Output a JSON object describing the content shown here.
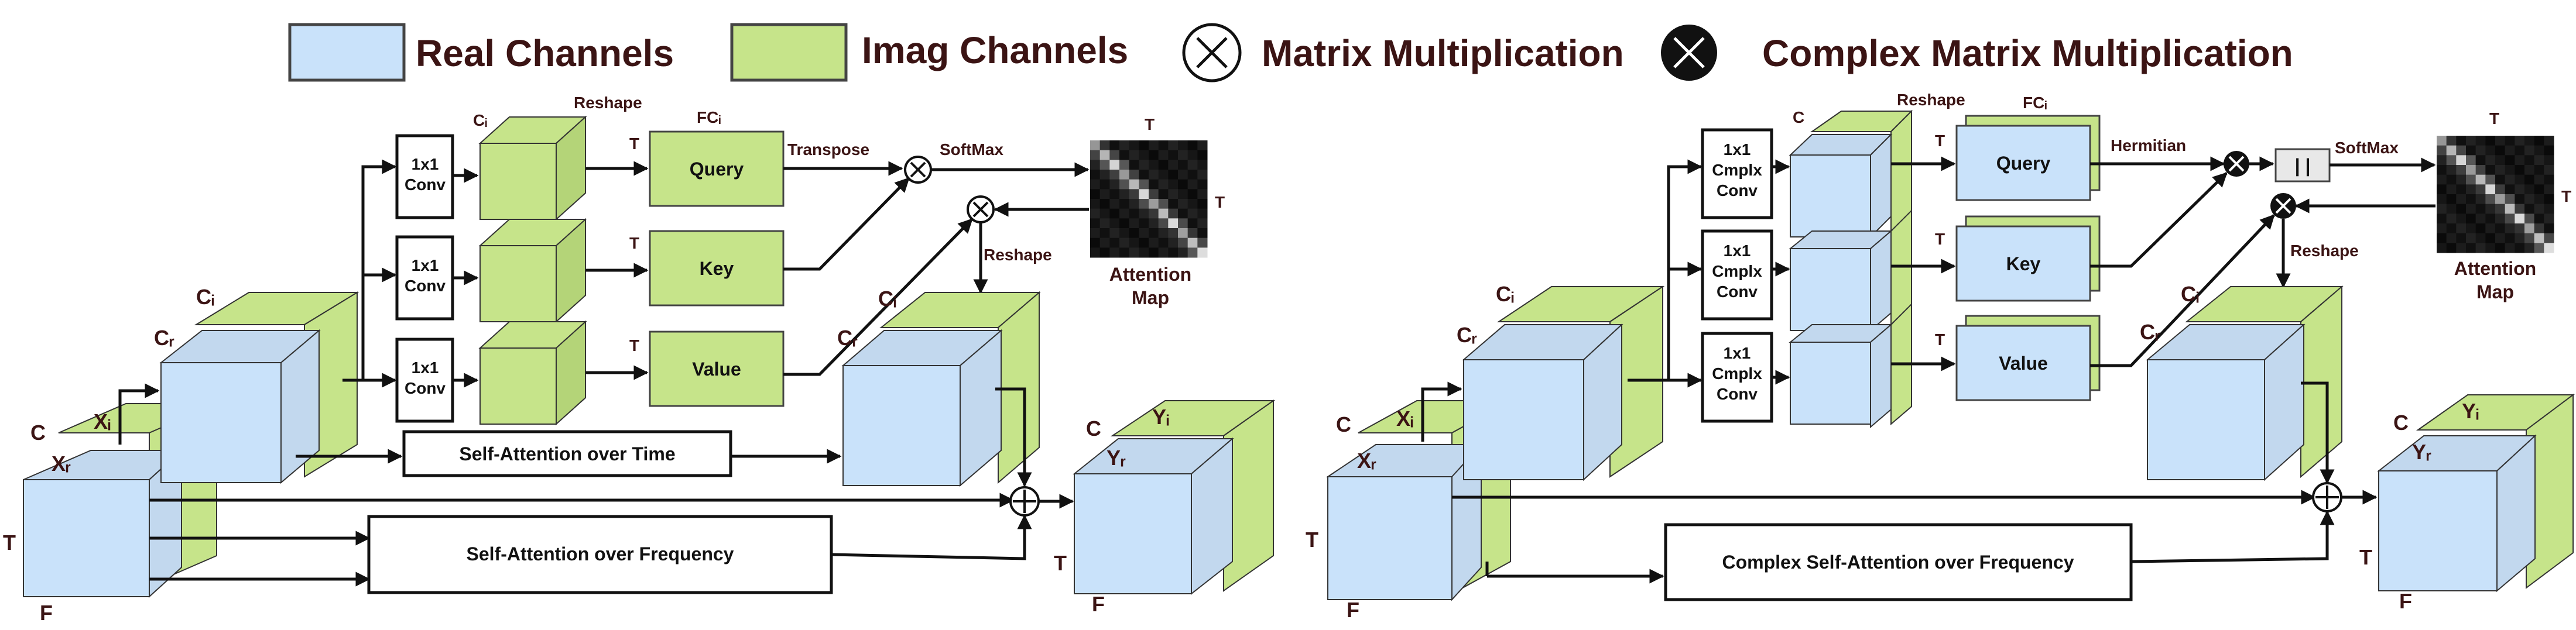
{
  "legend": {
    "real": "Real Channels",
    "imag": "Imag Channels",
    "matmul": "Matrix Multiplication",
    "complex_matmul": "Complex Matrix Multiplication"
  },
  "colors": {
    "real": "#c9e2fa",
    "imag": "#c6e48a",
    "text": "#3b1414",
    "stroke": "#111111"
  },
  "left": {
    "reshape": "Reshape",
    "fc": "FCᵢ",
    "transpose": "Transpose",
    "softmax": "SoftMax",
    "reshape2": "Reshape",
    "attention_map": "Attention\nMap",
    "T": "T",
    "conv": "1x1\nConv",
    "query": "Query",
    "key": "Key",
    "value": "Value",
    "time": "Self-Attention over Time",
    "freq": "Self-Attention over Frequency",
    "C": "C",
    "Ci": "Cᵢ",
    "Cr": "Cᵣ",
    "Xi": "Xᵢ",
    "Xr": "Xᵣ",
    "F": "F",
    "Yi": "Yᵢ",
    "Yr": "Yᵣ"
  },
  "right": {
    "reshape": "Reshape",
    "fc": "FCᵢ",
    "hermitian": "Hermitian",
    "softmax": "SoftMax",
    "reshape2": "Reshape",
    "attention_map": "Attention\nMap",
    "T": "T",
    "conv": "1x1\nCmplx\nConv",
    "query": "Query",
    "key": "Key",
    "value": "Value",
    "abs": "| |",
    "freq": "Complex Self-Attention over Frequency",
    "C": "C",
    "Ci": "Cᵢ",
    "Cr": "Cᵣ",
    "Xi": "Xᵢ",
    "Xr": "Xᵣ",
    "F": "F",
    "Yi": "Yᵢ",
    "Yr": "Yᵣ"
  }
}
